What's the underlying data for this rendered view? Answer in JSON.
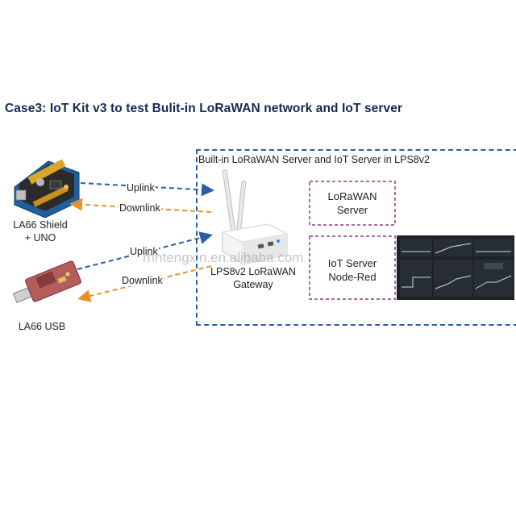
{
  "title": "Case3: IoT Kit v3 to test Bulit-in LoRaWAN network and IoT server",
  "server_box": {
    "label": "Built-in LoRaWAN Server and IoT Server in LPS8v2",
    "lorawan_server": "LoRaWAN\nServer",
    "iot_server": "IoT Server\nNode-Red"
  },
  "devices": {
    "shield": "LA66 Shield\n+ UNO",
    "usb": "LA66 USB",
    "gateway": "LPS8v2 LoRaWAN\nGateway"
  },
  "links": {
    "uplink_1": "Uplink",
    "downlink_1": "Downlink",
    "uplink_2": "Uplink",
    "downlink_2": "Downlink"
  },
  "colors": {
    "uplink": "#2a5fa3",
    "downlink": "#e8902f",
    "server_box_border": "#2a5fa3",
    "inner_box_border": "#8c3b8c",
    "title": "#132a52"
  },
  "watermark": "rhntengxin.en.alibaba.com"
}
